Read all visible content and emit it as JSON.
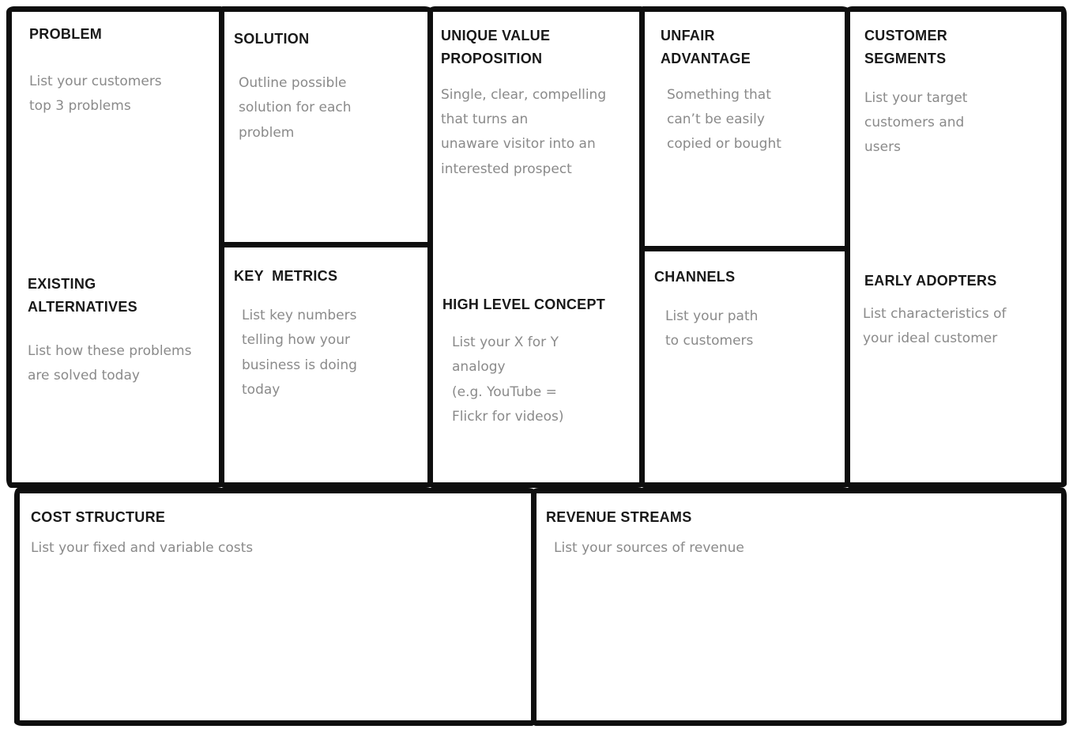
{
  "canvas": {
    "name": "Lean Canvas template",
    "colors": {
      "background": "#ffffff",
      "border": "#0e0e0e",
      "title_text": "#181818",
      "body_text": "#8a8a8a"
    },
    "cells": {
      "problem": {
        "title": "PROBLEM",
        "body": "List your customers\ntop 3 problems"
      },
      "existing_alternatives": {
        "title": "EXISTING\nALTERNATIVES",
        "body": "List how these problems\nare solved today"
      },
      "solution": {
        "title": "SOLUTION",
        "body": "Outline possible\nsolution for each\nproblem"
      },
      "key_metrics": {
        "title": "KEY  METRICS",
        "body": "List key numbers\ntelling how your\nbusiness is doing\ntoday"
      },
      "unique_value_proposition": {
        "title": "UNIQUE VALUE\nPROPOSITION",
        "body": "Single, clear, compelling\nthat turns an\nunaware visitor into an\ninterested prospect"
      },
      "high_level_concept": {
        "title": "HIGH LEVEL CONCEPT",
        "body": "List your X for Y\nanalogy\n(e.g. YouTube =\nFlickr for videos)"
      },
      "unfair_advantage": {
        "title": "UNFAIR\nADVANTAGE",
        "body": "Something that\ncan’t be easily\ncopied or bought"
      },
      "channels": {
        "title": "CHANNELS",
        "body": "List your path\nto customers"
      },
      "customer_segments": {
        "title": "CUSTOMER\nSEGMENTS",
        "body": "List your target\ncustomers and\nusers"
      },
      "early_adopters": {
        "title": "EARLY ADOPTERS",
        "body": "List characteristics of\nyour ideal customer"
      },
      "cost_structure": {
        "title": "COST STRUCTURE",
        "body": "List your fixed and variable costs"
      },
      "revenue_streams": {
        "title": "REVENUE STREAMS",
        "body": "List your sources of revenue"
      }
    }
  }
}
